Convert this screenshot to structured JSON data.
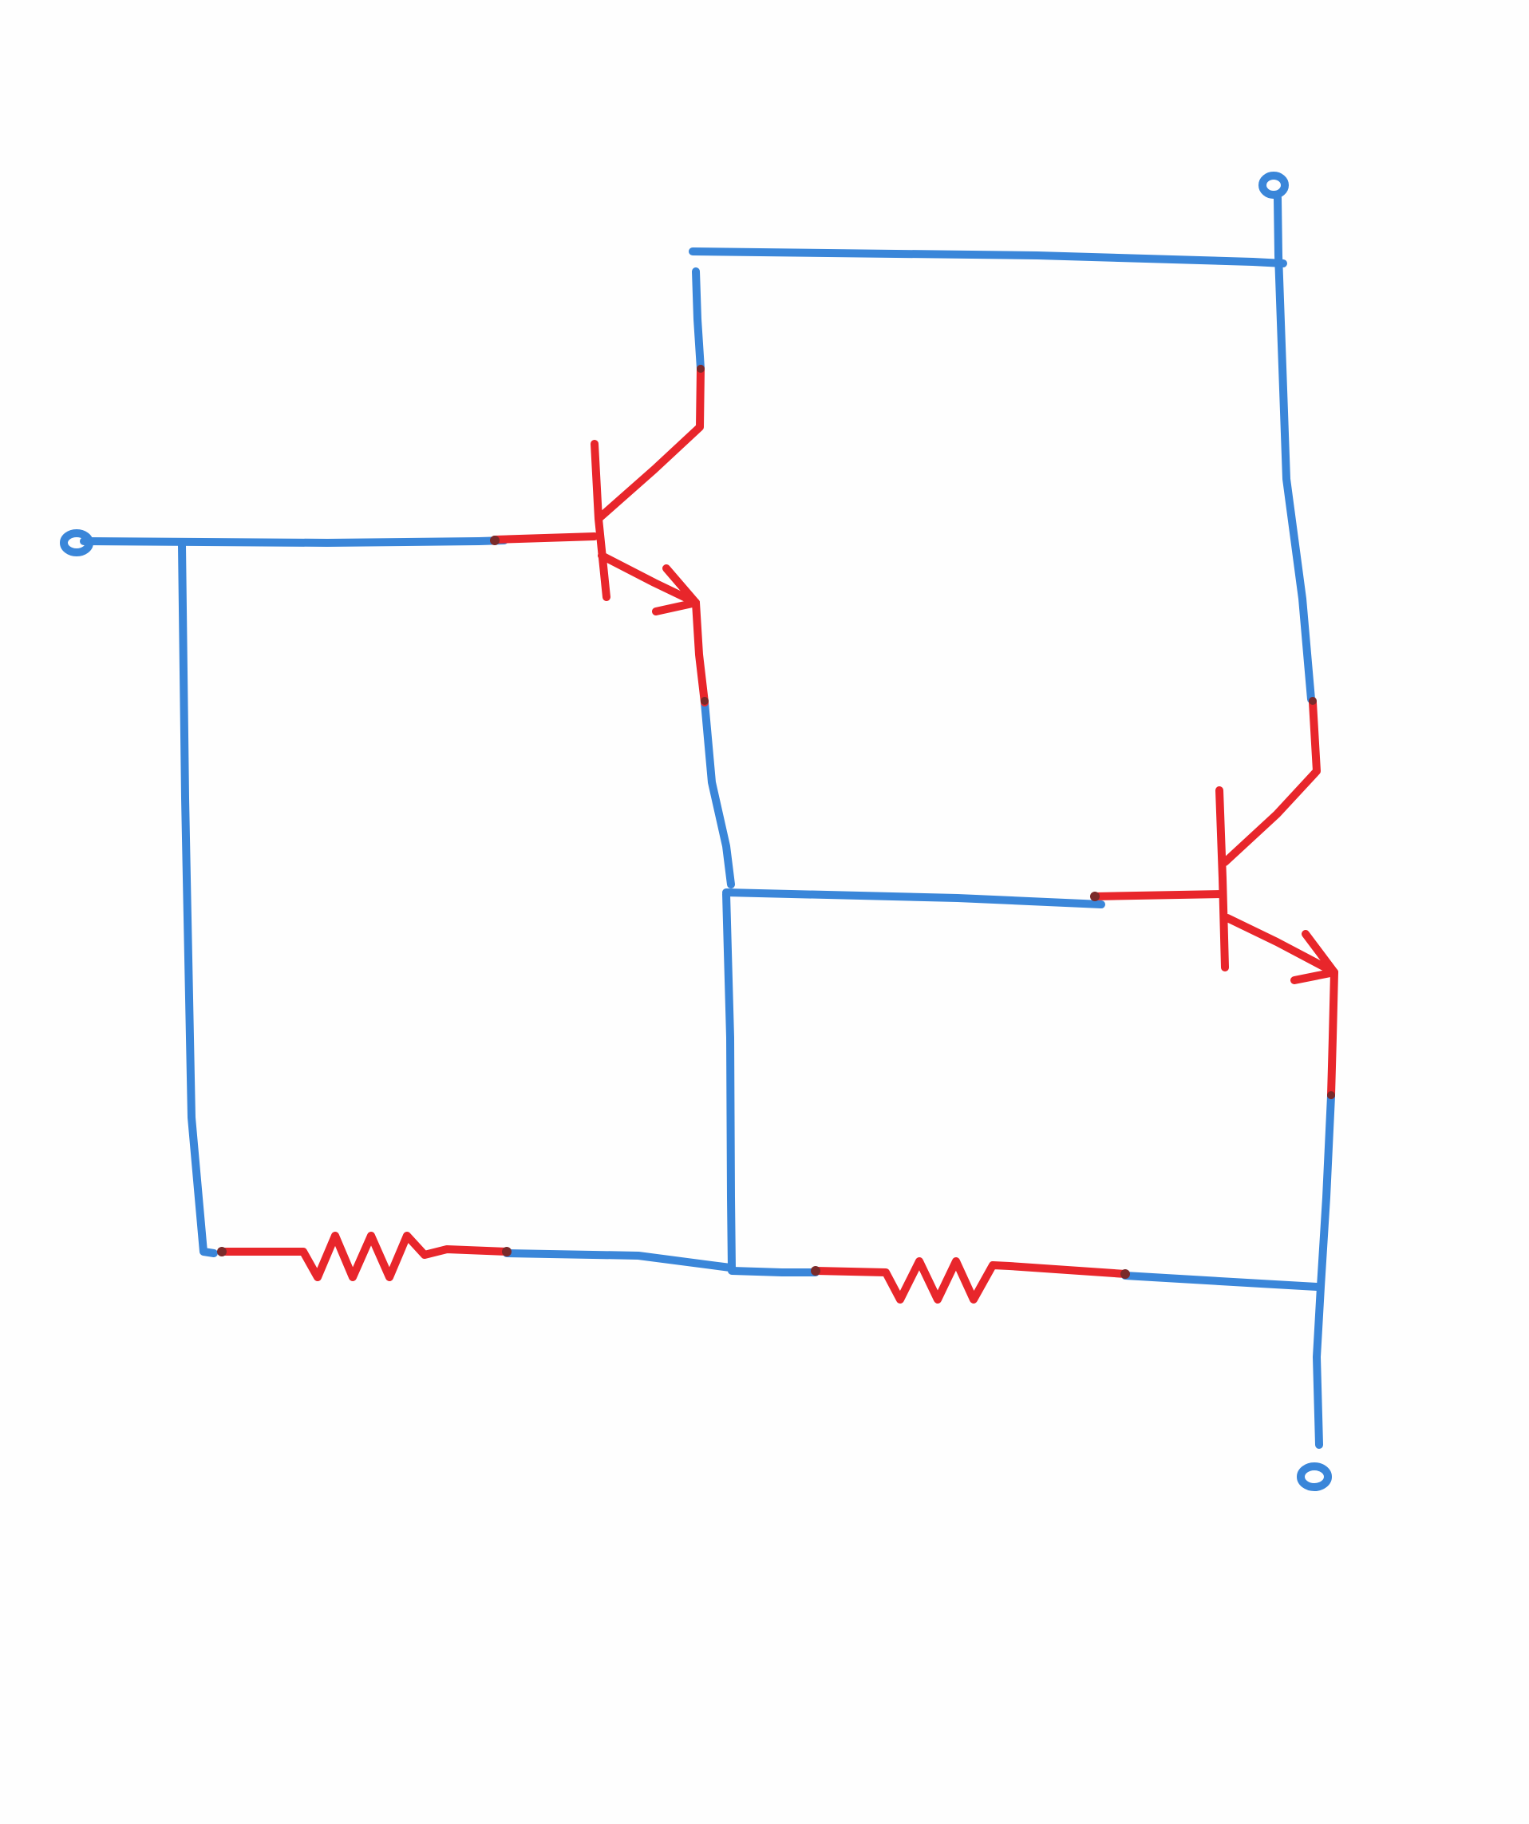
{
  "diagram": {
    "kind": "hand-drawn circuit schematic",
    "colors": {
      "wire": "#3a86d9",
      "component": "#e8262b",
      "joint": "#7a2a2a",
      "paper": "#fefefe"
    },
    "components": [
      {
        "id": "Q1",
        "type": "npn-transistor",
        "role": "input transistor"
      },
      {
        "id": "Q2",
        "type": "npn-transistor",
        "role": "output transistor"
      },
      {
        "id": "R1",
        "type": "resistor"
      },
      {
        "id": "R2",
        "type": "resistor"
      }
    ],
    "terminals": [
      "input",
      "supply",
      "output"
    ],
    "text_labels": []
  }
}
